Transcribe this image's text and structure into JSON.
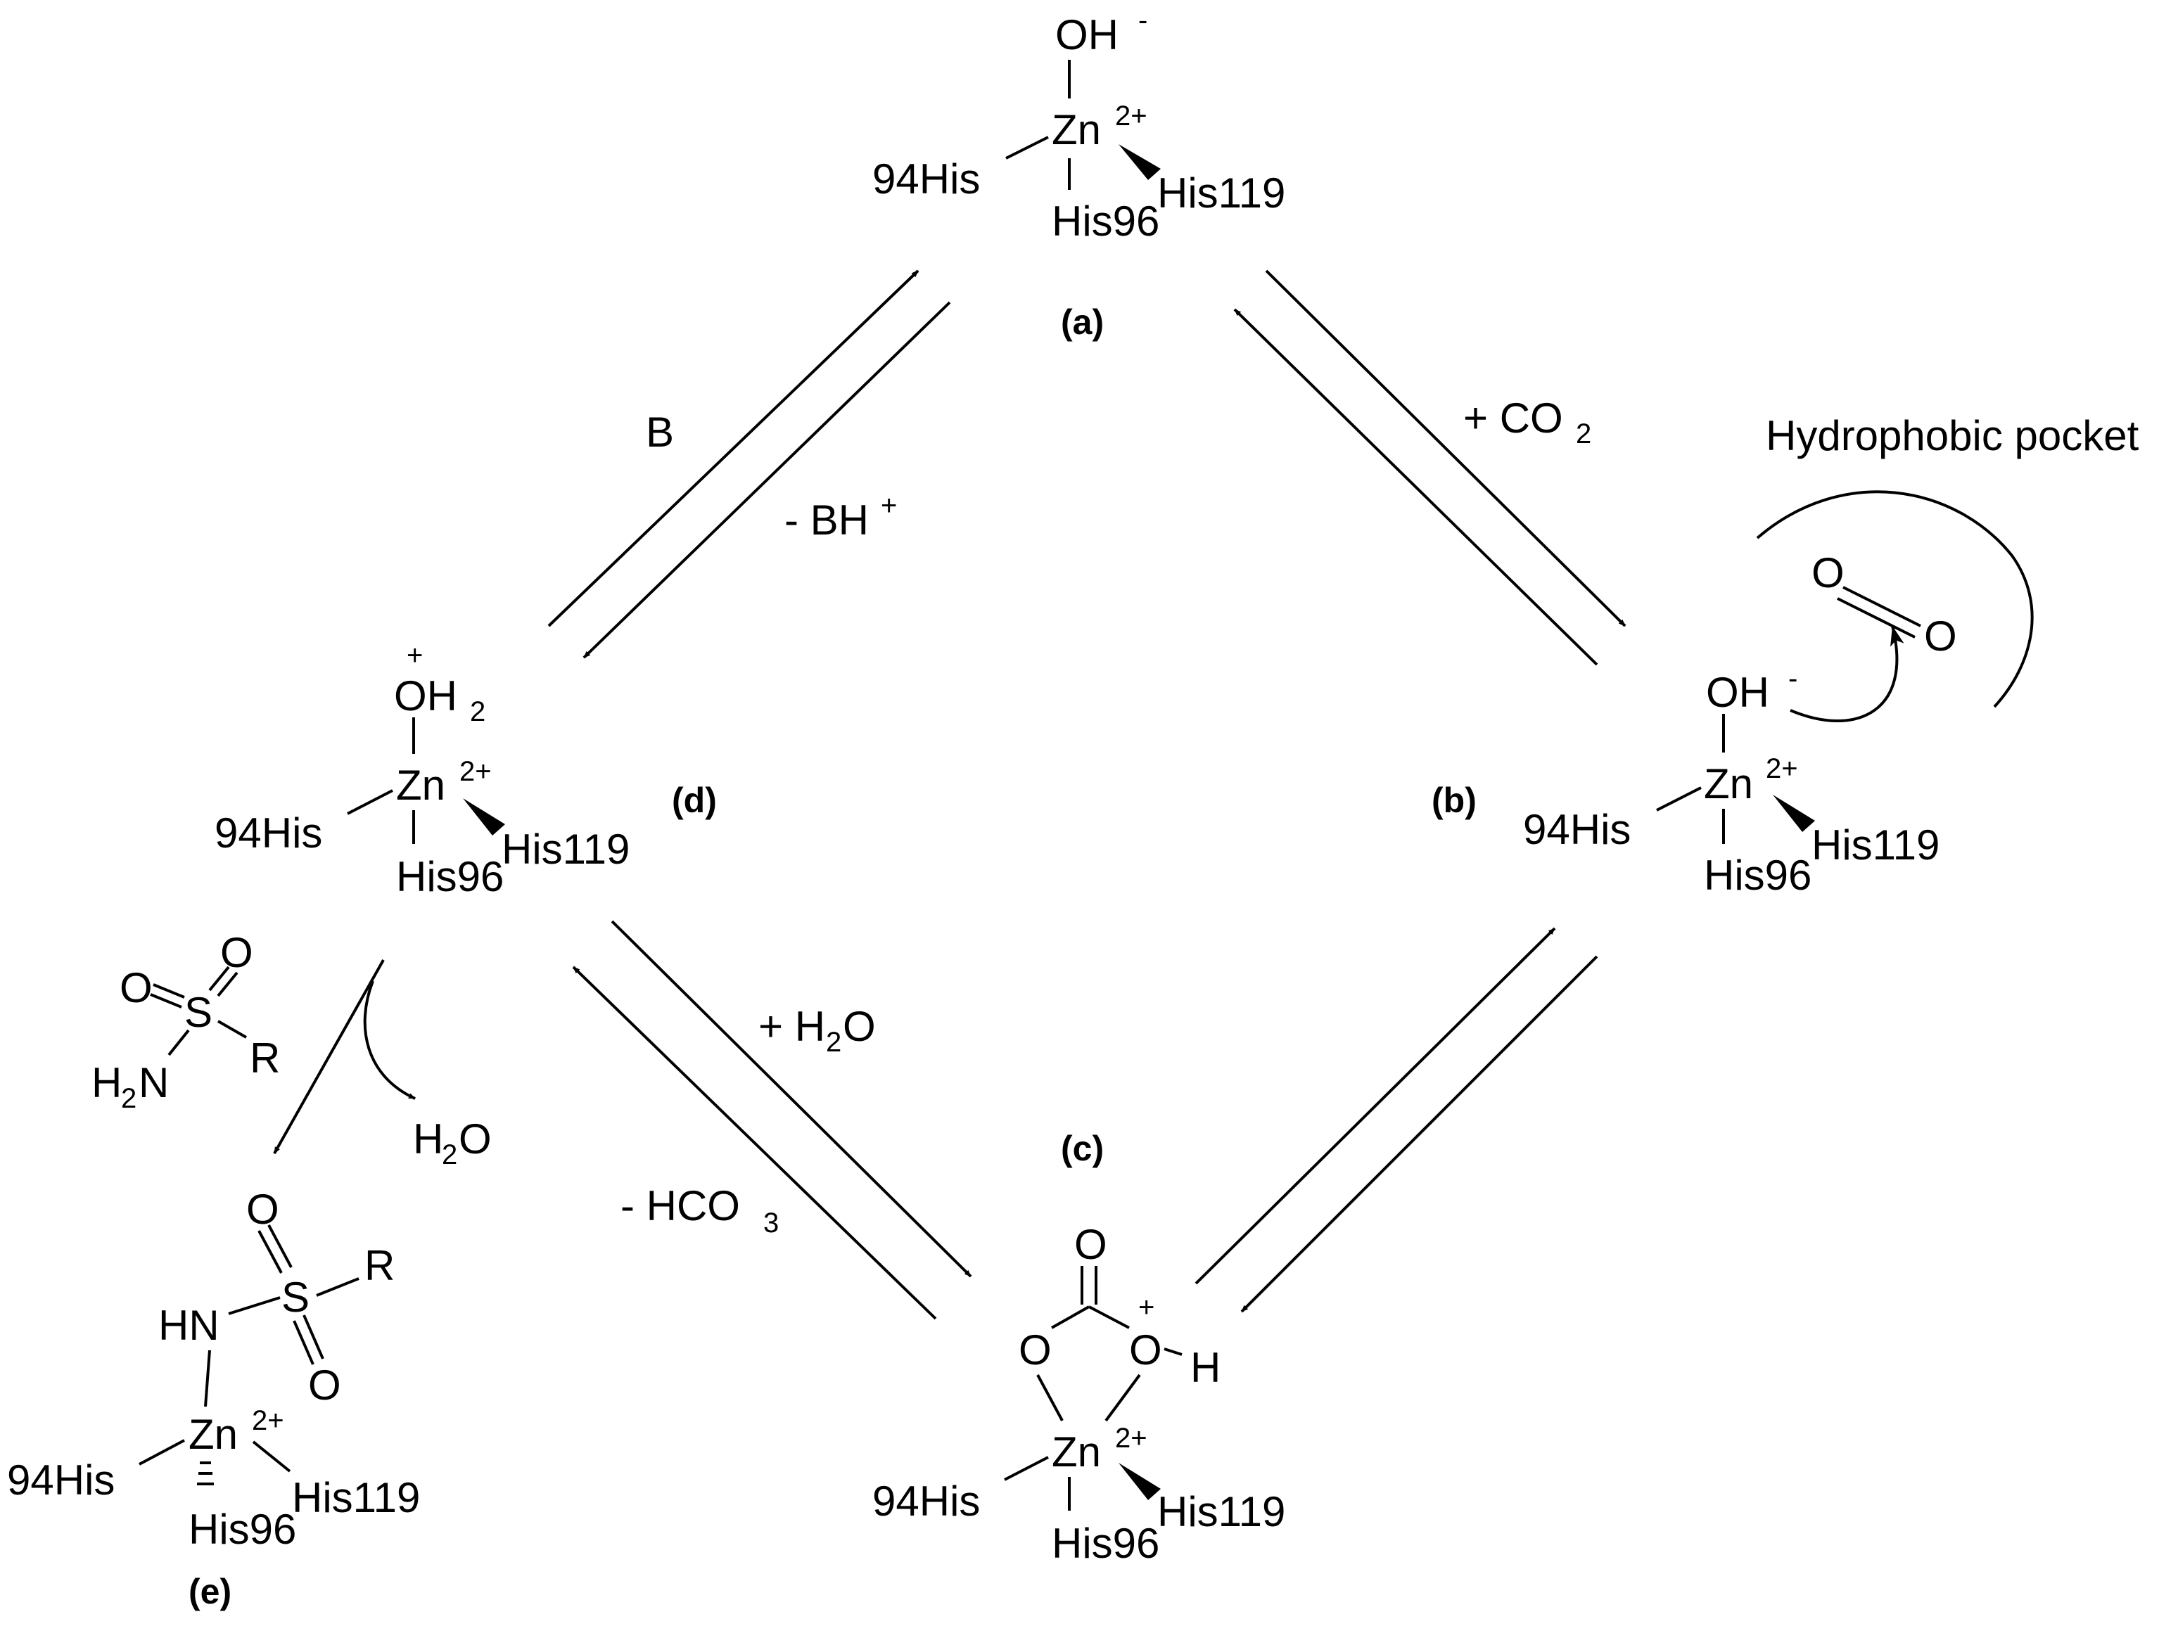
{
  "species": {
    "a": {
      "tag": "(a)",
      "oh": "OH",
      "oh_charge": "-",
      "zn": "Zn",
      "zn_charge": "2+",
      "his94": "94His",
      "his119": "His119",
      "his96": "His96"
    },
    "b": {
      "tag": "(b)",
      "oh": "OH",
      "oh_charge": "-",
      "zn": "Zn",
      "zn_charge": "2+",
      "his94": "94His",
      "his119": "His119",
      "his96": "His96",
      "co2_o1": "O",
      "co2_o2": "O",
      "pocket": "Hydrophobic pocket"
    },
    "c": {
      "tag": "(c)",
      "o_carbonyl": "O",
      "o_left": "O",
      "o_right": "O",
      "o_right_charge": "+",
      "h": "H",
      "zn": "Zn",
      "zn_charge": "2+",
      "his94": "94His",
      "his119": "His119",
      "his96": "His96"
    },
    "d": {
      "tag": "(d)",
      "charge": "+",
      "oh2": "OH",
      "oh2_sub": "2",
      "zn": "Zn",
      "zn_charge": "2+",
      "his94": "94His",
      "his119": "His119",
      "his96": "His96"
    },
    "e": {
      "tag": "(e)",
      "o_top": "O",
      "s": "S",
      "r": "R",
      "hn": "HN",
      "o_bottom": "O",
      "zn": "Zn",
      "zn_charge": "2+",
      "his94": "94His",
      "his119": "His119",
      "his96": "His96"
    },
    "sulfonamide": {
      "o_left": "O",
      "o_top": "O",
      "s": "S",
      "r": "R",
      "h": "H",
      "h_sub": "2",
      "n": "N"
    }
  },
  "reagents": {
    "b": "B",
    "bh": "- BH",
    "bh_sup": "+",
    "co2": "+ CO",
    "co2_sub": "2",
    "h2o_add": "+ H",
    "h2o_add_sub": "2",
    "h2o_add_o": "O",
    "hco3": "- HCO",
    "hco3_sub": "3",
    "h2o_out": "H",
    "h2o_out_sub": "2",
    "h2o_out_o": "O"
  }
}
